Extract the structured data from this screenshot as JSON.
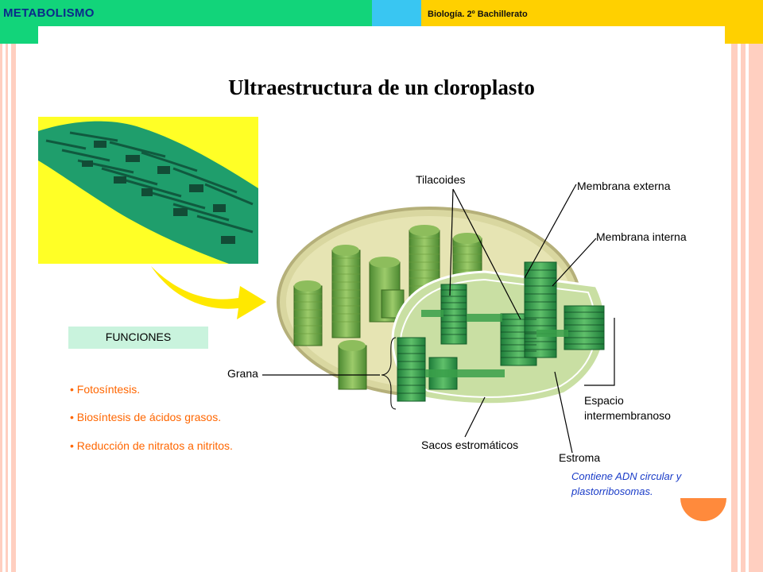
{
  "header": {
    "section_title": "METABOLISMO",
    "course": "Biología. 2º Bachillerato"
  },
  "slide": {
    "title": "Ultraestructura de un cloroplasto",
    "functions_heading": "FUNCIONES",
    "functions": [
      "• Fotosíntesis.",
      "• Biosíntesis de ácidos grasos.",
      "• Reducción de nitratos a nitritos."
    ],
    "diagram_labels": {
      "tilacoides": "Tilacoides",
      "membrana_externa": "Membrana externa",
      "membrana_interna": "Membrana interna",
      "grana": "Grana",
      "espacio_1": "Espacio",
      "espacio_2": "intermembranoso",
      "sacos": "Sacos estromáticos",
      "estroma": "Estroma"
    },
    "note_line1": "Contiene ADN circular y",
    "note_line2": "plastorribosomas."
  },
  "colors": {
    "header_green": "#12d47a",
    "header_cyan": "#39c6f2",
    "header_yellow": "#ffd000",
    "side_stripe": "#ffcfc0",
    "functions_text": "#ff6600",
    "note_text": "#1a3cc8"
  }
}
